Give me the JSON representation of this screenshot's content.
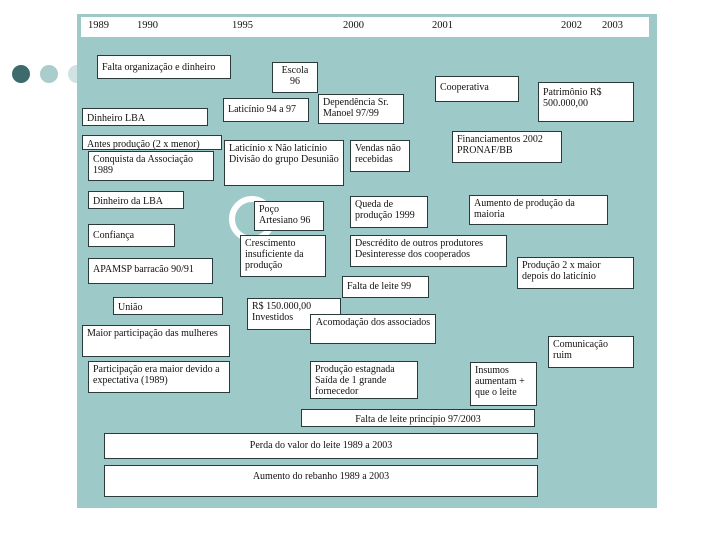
{
  "timeline": {
    "years": [
      "1989",
      "1990",
      "1995",
      "2000",
      "2001",
      "2002",
      "2003"
    ]
  },
  "boxes": {
    "falta_organizacao": "Falta organização e dinheiro",
    "escola": "Escola 96",
    "cooperativa": "Cooperativa",
    "patrimonio": "Patrimônio R$ 500.000,00",
    "dinheiro_lba_top": "Dinheiro LBA",
    "laticinio_94_97": "Laticínio 94 a 97",
    "dependencia": "Dependência Sr. Manoel 97/99",
    "antes_producao": "Antes produção (2 x menor)",
    "financiamentos": "Financiamentos 2002 PRONAF/BB",
    "conquista": "Conquista da Associação 1989",
    "laticinio_x": "Laticínio x Não laticínio Divisão do grupo Desunião",
    "vendas": "Vendas não recebidas",
    "dinheiro_lba": "Dinheiro da LBA",
    "poco": "Poço Artesiano 96",
    "queda": "Queda de produção 1999",
    "aumento_producao": "Aumento de produção da maioria",
    "confianca": "Confiança",
    "crescimento": "Crescimento insuficiente da produção",
    "descredito": "Descrédito de outros produtores Desinteresse dos cooperados",
    "apamsp": "APAMSP barracão 90/91",
    "producao_2x": "Produção 2 x maior depois do laticínio",
    "falta_leite_99": "Falta de leite 99",
    "uniao": "União",
    "rs_150": "R$ 150.000,00 Investidos",
    "acomodacao": "Acomodação dos associados",
    "maior_participacao": "Maior participação das mulheres",
    "comunicacao": "Comunicação ruim",
    "participacao_maior": "Participação era maior devido a expectativa (1989)",
    "producao_estagnada": "Produção estagnada Saída de 1 grande fornecedor",
    "insumos": "Insumos aumentam + que o leite",
    "falta_leite_principio": "Falta de leite princípio 97/2003",
    "perda_valor": "Perda do valor do leite 1989 a 2003",
    "aumento_rebanho": "Aumento do rebanho 1989 a 2003"
  },
  "colors": {
    "panel": "#9ec9c9",
    "dot_dark": "#3d6b6b",
    "dot_light": "#a9cccc",
    "border": "#2a3a3a"
  }
}
